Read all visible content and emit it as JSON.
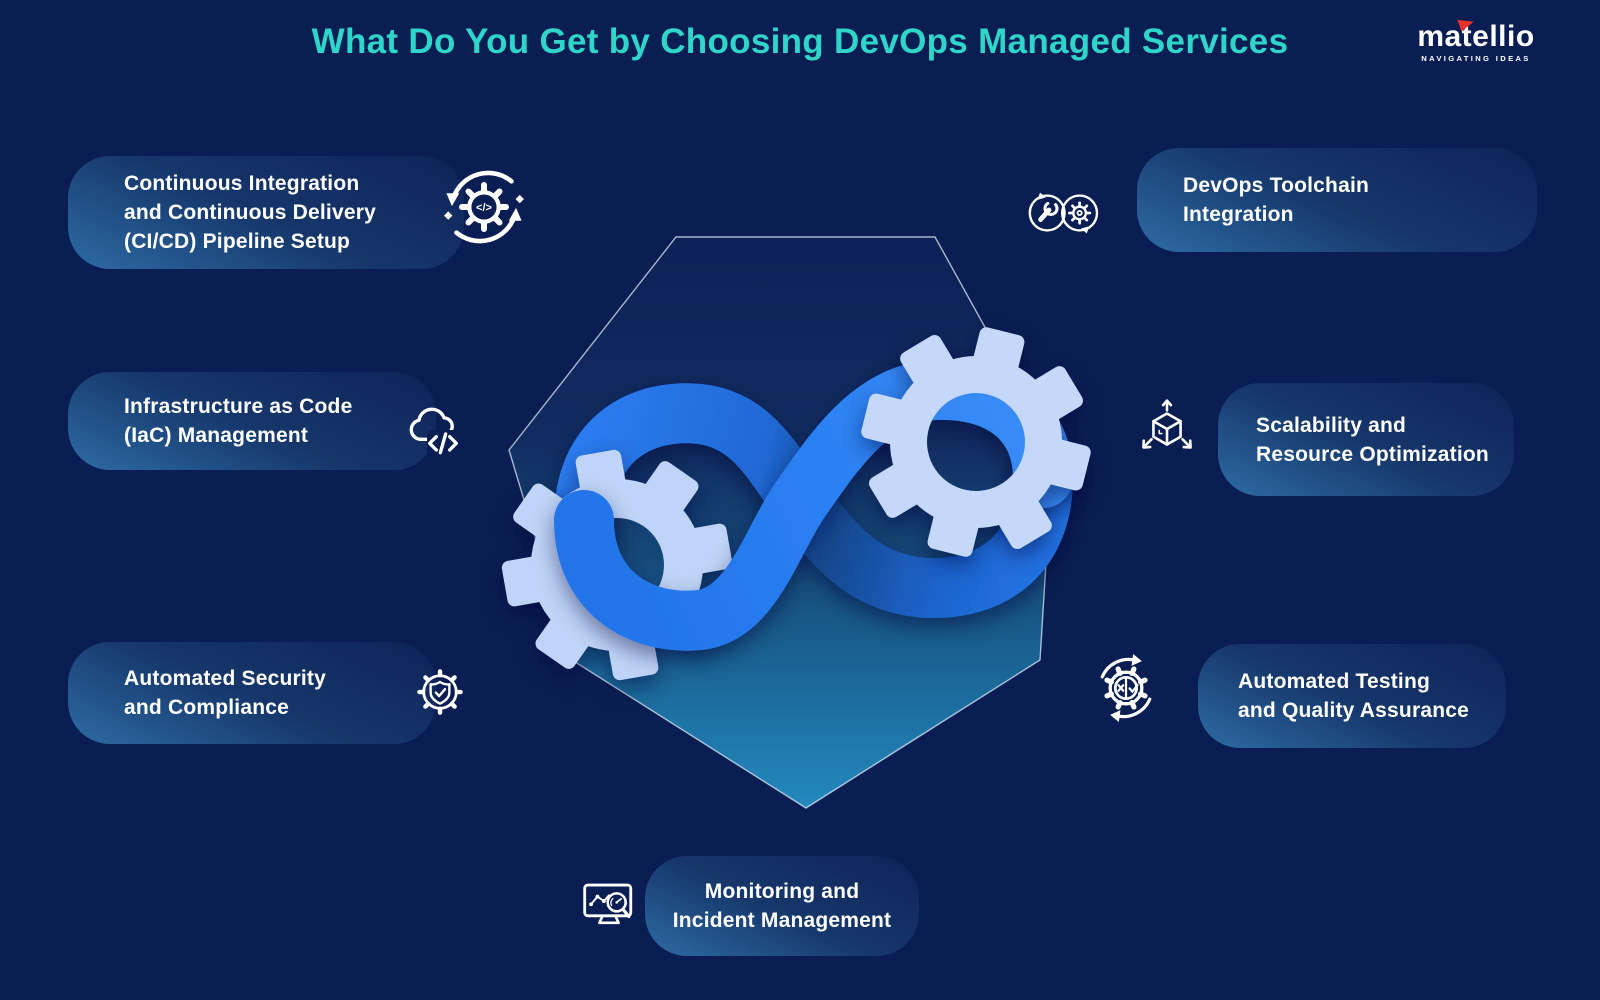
{
  "title": "What Do You Get by Choosing DevOps Managed Services",
  "logo": {
    "name": "matellio",
    "tagline": "NAVIGATING IDEAS"
  },
  "glyphs": {
    "code": "</>"
  },
  "cards": {
    "cicd": {
      "icon": "cicd-pipeline-icon",
      "lines": [
        "Continuous Integration",
        "and Continuous Delivery",
        "(CI/CD) Pipeline Setup"
      ]
    },
    "iac": {
      "icon": "infrastructure-as-code-icon",
      "lines": [
        "Infrastructure as Code",
        "(IaC) Management"
      ]
    },
    "security": {
      "icon": "security-gear-shield-icon",
      "lines": [
        "Automated Security",
        "and Compliance"
      ]
    },
    "toolchain": {
      "icon": "toolchain-integration-icon",
      "lines": [
        "DevOps Toolchain",
        "Integration"
      ]
    },
    "scalability": {
      "icon": "scalability-cube-icon",
      "lines": [
        "Scalability and",
        "Resource Optimization"
      ]
    },
    "testing": {
      "icon": "testing-qa-gear-icon",
      "lines": [
        "Automated Testing",
        "and Quality Assurance"
      ]
    },
    "monitoring": {
      "icon": "monitoring-screen-icon",
      "lines": [
        "Monitoring and",
        "Incident Management"
      ]
    }
  },
  "colors": {
    "background": "#0a1e53",
    "title_accent": "#2fd5c8",
    "card_gradient_top": "#0e2358",
    "card_gradient_bottom": "#2d6ca4",
    "infinity_bright": "#2b80f2",
    "infinity_dark": "#16488c",
    "gear_light": "#bfd4f8",
    "polygon_bottom": "#2389be",
    "logo_flag_red": "#e5332a",
    "icon_stroke": "#ffffff"
  }
}
